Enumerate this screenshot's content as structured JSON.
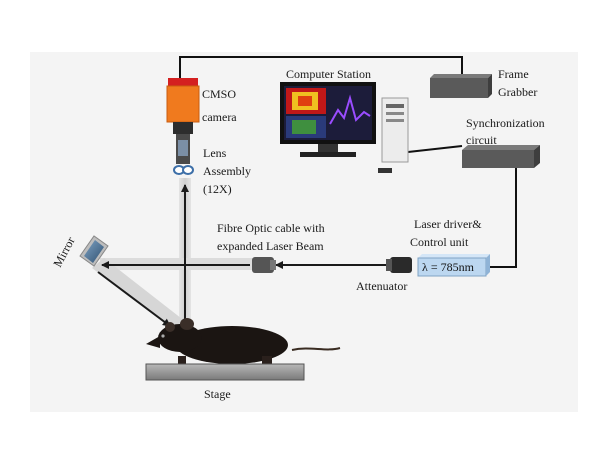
{
  "labels": {
    "camera_line1": "CMSO",
    "camera_line2": "camera",
    "computer": "Computer Station",
    "frame_line1": "Frame",
    "frame_line2": "Grabber",
    "sync_line1": "Synchronization",
    "sync_line2": "circuit",
    "lens_line1": "Lens",
    "lens_line2": "Assembly",
    "lens_line3": "(12X)",
    "fibre_line1": "Fibre Optic cable with",
    "fibre_line2": "expanded Laser Beam",
    "laser_line1": "Laser driver&",
    "laser_line2": "Control unit",
    "wavelength": "λ = 785nm",
    "attenuator": "Attenuator",
    "mirror": "Mirror",
    "stage": "Stage"
  },
  "colors": {
    "camera_orange": "#f07a1e",
    "camera_red": "#d42020",
    "laser_box": "#bcd7f0",
    "beam": "#d8d8d8",
    "device_gray": "#5a5a5a",
    "background_panel": "#f2f2f2"
  }
}
